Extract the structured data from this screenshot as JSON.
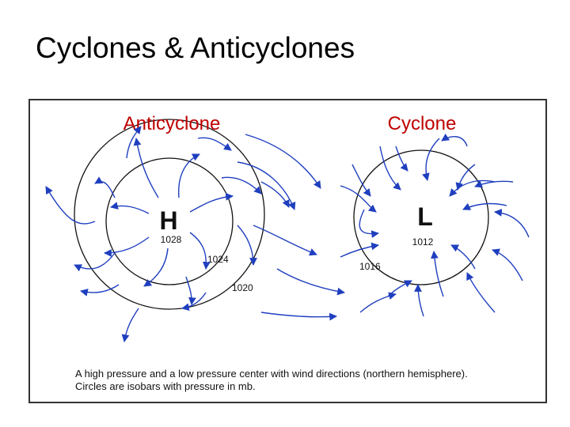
{
  "slide": {
    "title": "Cyclones & Anticyclones"
  },
  "figure": {
    "anticyclone_label": "Anticyclone",
    "cyclone_label": "Cyclone",
    "high_symbol": "H",
    "low_symbol": "L",
    "isobars": {
      "high_center": "1028",
      "high_inner": "1024",
      "high_outer": "1020",
      "low_center": "1012",
      "low_outer": "1016"
    },
    "caption_line1": "A high pressure and a low pressure center with wind directions (northern hemisphere).",
    "caption_line2": "Circles are isobars with pressure in mb."
  },
  "colors": {
    "label_red": "#c00000",
    "wind_arrow_blue": "#1f3fbf",
    "isobar_black": "#111111"
  }
}
